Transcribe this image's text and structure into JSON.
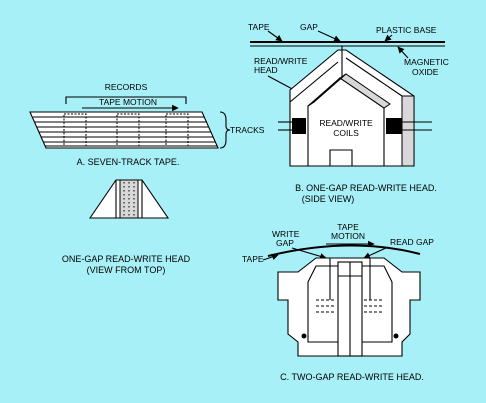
{
  "colors": {
    "background": "#a8f0f8",
    "ink": "#000000",
    "fill": "#ffffff"
  },
  "panel_a": {
    "caption": "A. SEVEN-TRACK TAPE.",
    "records_label": "RECORDS",
    "tape_motion_label": "TAPE MOTION",
    "tracks_label": "TRACKS"
  },
  "panel_top": {
    "caption_line1": "ONE-GAP READ-WRITE HEAD",
    "caption_line2": "(VIEW FROM TOP)"
  },
  "panel_b": {
    "caption_line1": "B. ONE-GAP READ-WRITE HEAD.",
    "caption_line2": "(SIDE VIEW)",
    "tape_label": "TAPE",
    "gap_label": "GAP",
    "plastic_base_label": "PLASTIC BASE",
    "magnetic_label": "MAGNETIC",
    "oxide_label": "OXIDE",
    "read_write_label": "READ/WRITE",
    "head_label": "HEAD",
    "coils_label1": "READ/WRITE",
    "coils_label2": "COILS"
  },
  "panel_c": {
    "caption": "C. TWO-GAP READ-WRITE HEAD.",
    "write_label": "WRITE",
    "gap_label": "GAP",
    "tape_motion1": "TAPE",
    "tape_motion2": "MOTION",
    "read_gap_label": "READ GAP",
    "tape_label": "TAPE"
  }
}
